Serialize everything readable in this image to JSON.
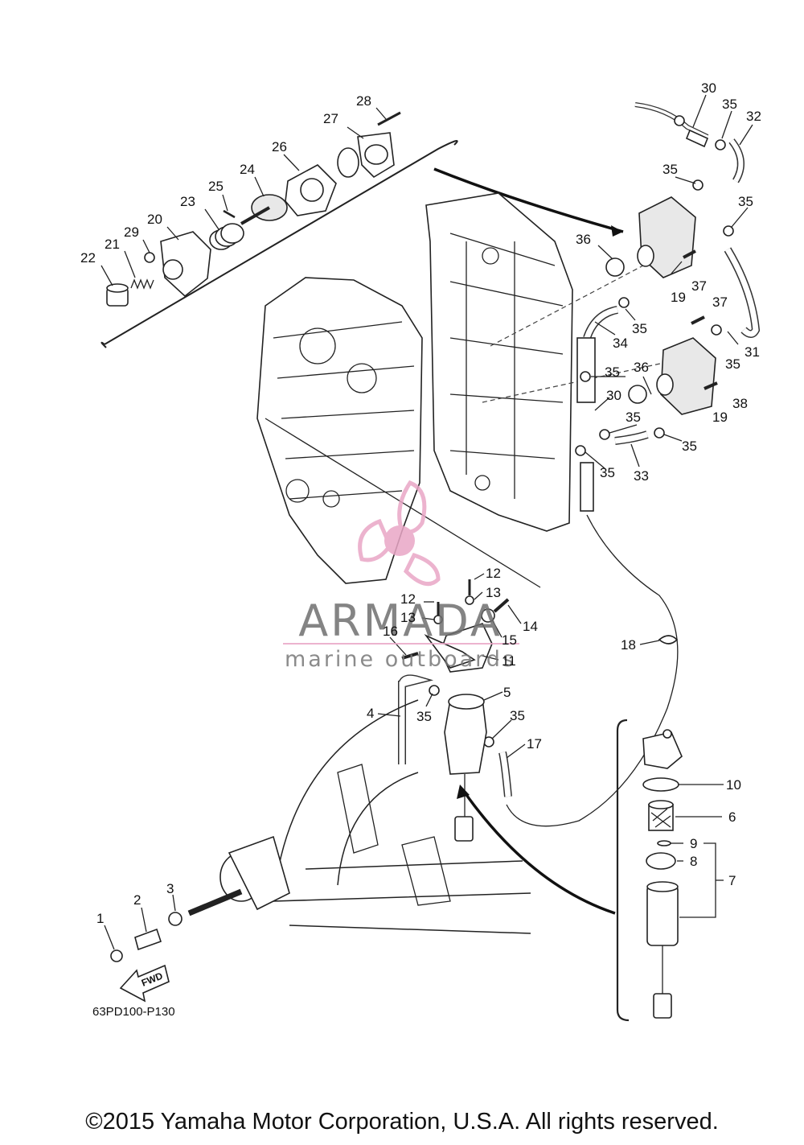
{
  "diagram": {
    "ref_code": "63PD100-P130",
    "fwd_label": "FWD",
    "callouts": [
      {
        "id": "1",
        "label": "1"
      },
      {
        "id": "2",
        "label": "2"
      },
      {
        "id": "3",
        "label": "3"
      },
      {
        "id": "4",
        "label": "4"
      },
      {
        "id": "5",
        "label": "5"
      },
      {
        "id": "6",
        "label": "6"
      },
      {
        "id": "7",
        "label": "7"
      },
      {
        "id": "8",
        "label": "8"
      },
      {
        "id": "9",
        "label": "9"
      },
      {
        "id": "10",
        "label": "10"
      },
      {
        "id": "11",
        "label": "11"
      },
      {
        "id": "12a",
        "label": "12"
      },
      {
        "id": "12b",
        "label": "12"
      },
      {
        "id": "13a",
        "label": "13"
      },
      {
        "id": "13b",
        "label": "13"
      },
      {
        "id": "14",
        "label": "14"
      },
      {
        "id": "15",
        "label": "15"
      },
      {
        "id": "16",
        "label": "16"
      },
      {
        "id": "17",
        "label": "17"
      },
      {
        "id": "18",
        "label": "18"
      },
      {
        "id": "19a",
        "label": "19"
      },
      {
        "id": "19b",
        "label": "19"
      },
      {
        "id": "20",
        "label": "20"
      },
      {
        "id": "21",
        "label": "21"
      },
      {
        "id": "22",
        "label": "22"
      },
      {
        "id": "23",
        "label": "23"
      },
      {
        "id": "24",
        "label": "24"
      },
      {
        "id": "25",
        "label": "25"
      },
      {
        "id": "26",
        "label": "26"
      },
      {
        "id": "27",
        "label": "27"
      },
      {
        "id": "28",
        "label": "28"
      },
      {
        "id": "29",
        "label": "29"
      },
      {
        "id": "30a",
        "label": "30"
      },
      {
        "id": "30b",
        "label": "30"
      },
      {
        "id": "31",
        "label": "31"
      },
      {
        "id": "32",
        "label": "32"
      },
      {
        "id": "33",
        "label": "33"
      },
      {
        "id": "34",
        "label": "34"
      },
      {
        "id": "35a",
        "label": "35"
      },
      {
        "id": "35b",
        "label": "35"
      },
      {
        "id": "35c",
        "label": "35"
      },
      {
        "id": "35d",
        "label": "35"
      },
      {
        "id": "35e",
        "label": "35"
      },
      {
        "id": "35f",
        "label": "35"
      },
      {
        "id": "35g",
        "label": "35"
      },
      {
        "id": "35h",
        "label": "35"
      },
      {
        "id": "35i",
        "label": "35"
      },
      {
        "id": "35j",
        "label": "35"
      },
      {
        "id": "35k",
        "label": "35"
      },
      {
        "id": "35l",
        "label": "35"
      },
      {
        "id": "36a",
        "label": "36"
      },
      {
        "id": "36b",
        "label": "36"
      },
      {
        "id": "37a",
        "label": "37"
      },
      {
        "id": "37b",
        "label": "37"
      },
      {
        "id": "38",
        "label": "38"
      }
    ]
  },
  "watermark": {
    "brand": "ARMADA",
    "tagline": "marine outboards",
    "logo_color": "#e9a6c6"
  },
  "footer": {
    "copyright": "©2015 Yamaha Motor Corporation, U.S.A. All rights reserved."
  }
}
